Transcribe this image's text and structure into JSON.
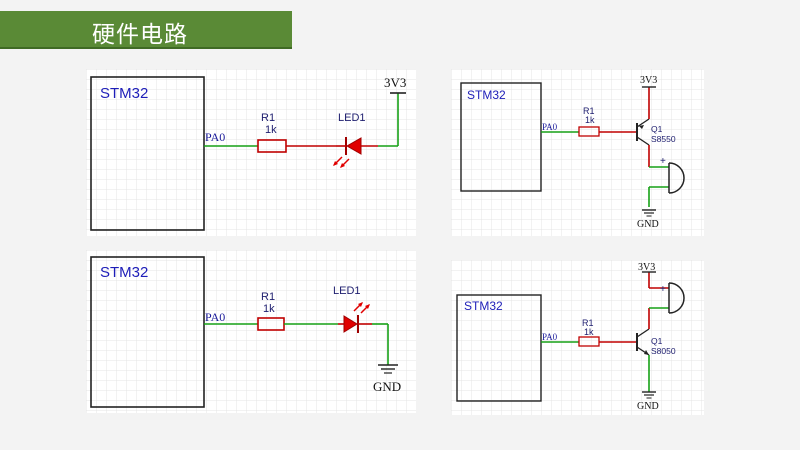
{
  "header": {
    "title": "硬件电路"
  },
  "colors": {
    "banner": "#5a8a36",
    "wire_red": "#c00000",
    "wire_green": "#17a117",
    "label_blue": "#1d1db8",
    "led_red": "#e00000"
  },
  "circuits": {
    "led_high": {
      "mcu": "STM32",
      "pin": "PA0",
      "resistor": {
        "ref": "R1",
        "value": "1k"
      },
      "led": {
        "ref": "LED1"
      },
      "supply": "3V3"
    },
    "led_low": {
      "mcu": "STM32",
      "pin": "PA0",
      "resistor": {
        "ref": "R1",
        "value": "1k"
      },
      "led": {
        "ref": "LED1"
      },
      "ground": "GND"
    },
    "buzzer_pnp": {
      "mcu": "STM32",
      "pin": "PA0",
      "resistor": {
        "ref": "R1",
        "value": "1k"
      },
      "transistor": {
        "ref": "Q1",
        "part": "S8550"
      },
      "buzzer_plus": "+",
      "supply": "3V3",
      "ground": "GND"
    },
    "buzzer_npn": {
      "mcu": "STM32",
      "pin": "PA0",
      "resistor": {
        "ref": "R1",
        "value": "1k"
      },
      "transistor": {
        "ref": "Q1",
        "part": "S8050"
      },
      "buzzer_plus": "+",
      "supply": "3V3",
      "ground": "GND"
    }
  }
}
